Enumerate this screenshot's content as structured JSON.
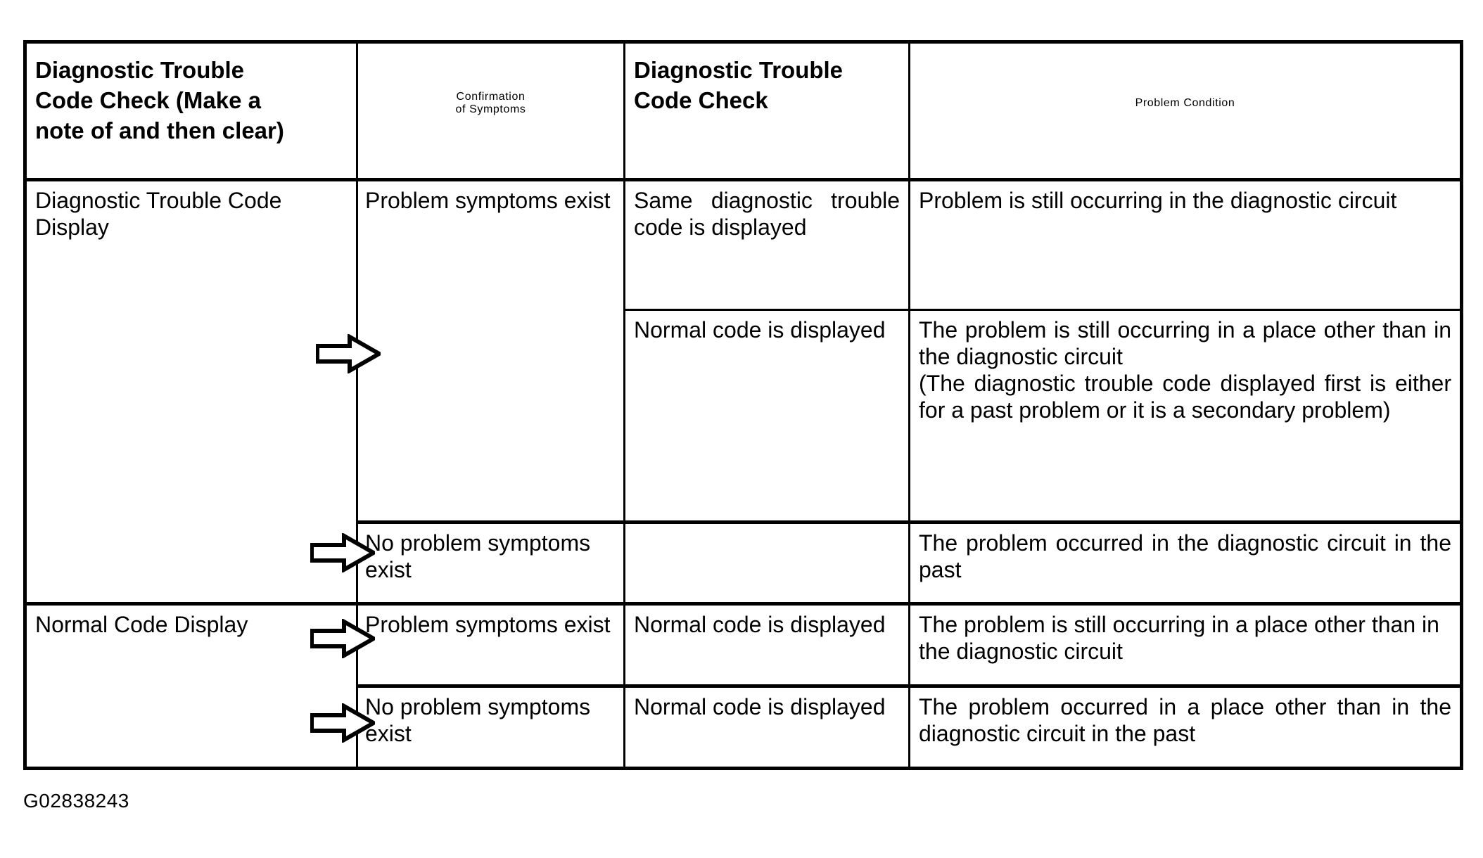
{
  "figure": {
    "caption": "G02838243",
    "ink_color": "#000000",
    "background_color": "#ffffff"
  },
  "table": {
    "headers": [
      "Diagnostic Trouble Code Check (Make a note of and then clear)",
      "Confirmation of Symptoms",
      "Diagnostic Trouble Code Check",
      "Problem Condition"
    ],
    "header_lines": {
      "col1": [
        "Diagnostic Trouble",
        "Code Check (Make a",
        "note of and then clear)"
      ],
      "col2": [
        "Confirmation",
        "of Symptoms"
      ],
      "col3": [
        "Diagnostic Trouble",
        "Code Check"
      ],
      "col4": [
        "Problem Condition"
      ]
    },
    "rows": [
      {
        "dtc_check": "Diagnostic Trouble Code Display",
        "confirmation": "Problem symptoms exist",
        "second_check": "Same diagnostic trouble code is displayed",
        "problem_condition": "Problem is still occurring in the diagnostic circuit"
      },
      {
        "dtc_check": "",
        "confirmation": "",
        "second_check": "Normal code is displayed",
        "problem_condition": "The problem is still occurring in a place other than in the diagnostic circuit",
        "problem_condition_note": "(The diagnostic trouble code displayed first is either for a past problem or it is a secondary problem)"
      },
      {
        "dtc_check": "",
        "confirmation": "No problem symptoms exist",
        "second_check": "",
        "problem_condition": "The problem occurred in the diagnostic circuit in the past"
      },
      {
        "dtc_check": "Normal Code Display",
        "confirmation": "Problem symptoms exist",
        "second_check": "Normal code is displayed",
        "problem_condition": "The problem is still occurring in a place other than in the diagnostic circuit"
      },
      {
        "dtc_check": "",
        "confirmation": "No problem symptoms exist",
        "second_check": "Normal code is displayed",
        "problem_condition": "The problem occurred in a place other than in the diagnostic circuit in the past"
      }
    ],
    "flow_arrows": [
      {
        "name": "arrow-row1",
        "points": "right"
      },
      {
        "name": "arrow-row3",
        "points": "right"
      },
      {
        "name": "arrow-row4",
        "points": "right"
      },
      {
        "name": "arrow-row5",
        "points": "right"
      }
    ]
  }
}
